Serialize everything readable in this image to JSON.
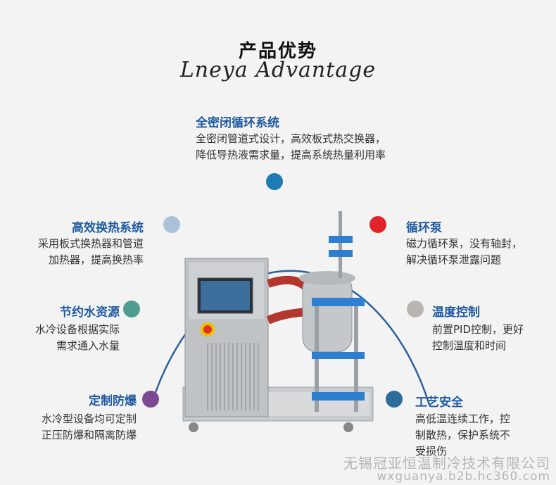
{
  "header": {
    "title_cn": "产品优势",
    "title_en": "Lneya Advantage"
  },
  "features": {
    "top": {
      "title": "全密闭循环系统",
      "desc_line1": "全密闭管道式设计，高效板式热交换器，",
      "desc_line2": "降低导热液需求量，提高系统热量利用率",
      "dot_color": "#1f7bb4"
    },
    "left1": {
      "title": "高效换热系统",
      "desc_line1": "采用板式换热器和管道",
      "desc_line2": "加热器，提高换热率",
      "dot_color": "#a9c2d8"
    },
    "left2": {
      "title": "节约水资源",
      "desc_line1": "水冷设备根据实际",
      "desc_line2": "需求通入水量",
      "dot_color": "#4e9d91"
    },
    "left3": {
      "title": "定制防爆",
      "desc_line1": "水冷型设备均可定制",
      "desc_line2": "正压防爆和隔离防爆",
      "dot_color": "#7b4a93"
    },
    "right1": {
      "title": "循环泵",
      "desc_line1": "磁力循环泵，没有轴封，",
      "desc_line2": "解决循环泵泄露问题",
      "dot_color": "#e2232a"
    },
    "right2": {
      "title": "温度控制",
      "desc_line1": "前置PID控制，更好",
      "desc_line2": "控制温度和时间",
      "dot_color": "#b9b6b2"
    },
    "right3": {
      "title": "工艺安全",
      "desc_line1": "高低温连续工作，控",
      "desc_line2": "制散热，保护系统不",
      "desc_line3": "受损伤",
      "dot_color": "#2c6d9a"
    }
  },
  "watermark": {
    "company": "无锡冠亚恒温制冷技术有限公司",
    "domain": "wxguanya.b2b.hc360.com"
  },
  "colors": {
    "arc": "#2a5f9e",
    "title_blue": "#1f5aa0"
  }
}
